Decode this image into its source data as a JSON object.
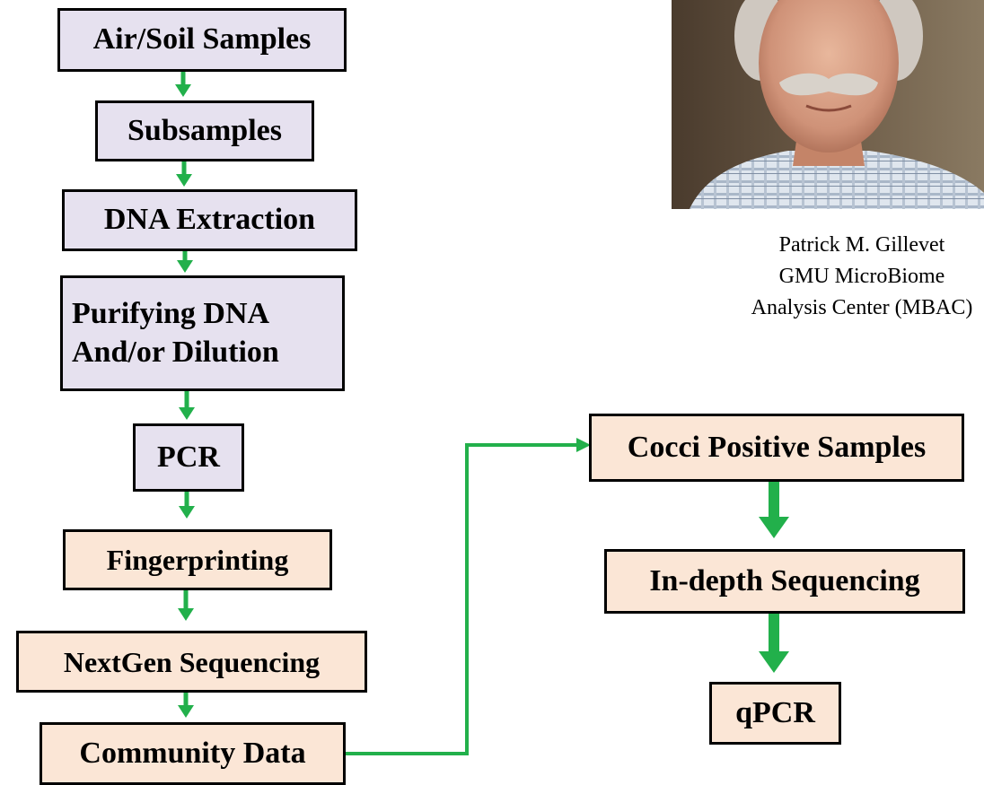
{
  "left_flow": {
    "air_soil": "Air/Soil Samples",
    "subsamples": "Subsamples",
    "dna_extraction": "DNA Extraction",
    "purifying_line1": "Purifying DNA",
    "purifying_line2": "And/or Dilution",
    "pcr": "PCR",
    "fingerprinting": "Fingerprinting",
    "nextgen": "NextGen Sequencing",
    "community": "Community Data"
  },
  "right_flow": {
    "cocci": "Cocci Positive Samples",
    "indepth": "In-depth Sequencing",
    "qpcr": "qPCR"
  },
  "caption": {
    "name": "Patrick M. Gillevet",
    "line2": "GMU MicroBiome",
    "line3": "Analysis Center (MBAC)"
  },
  "colors": {
    "lavender_box": "#e6e1ef",
    "peach_box": "#fbe6d6",
    "arrow_green": "#22b04b"
  }
}
